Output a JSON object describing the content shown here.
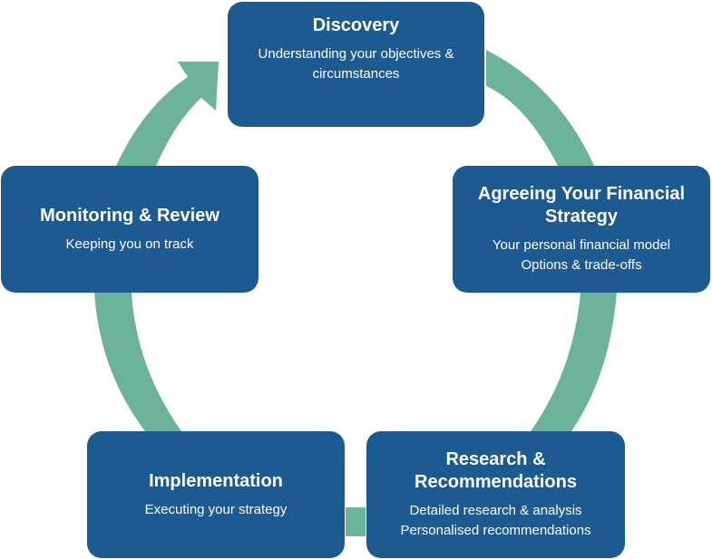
{
  "colors": {
    "box_fill": "#1e5a92",
    "ring": "#6db39a",
    "text": "#ffffff"
  },
  "stages": {
    "discovery": {
      "title": "Discovery",
      "lines": [
        "Understanding your objectives &",
        "circumstances"
      ]
    },
    "agreeing": {
      "title_lines": [
        "Agreeing Your Financial",
        "Strategy"
      ],
      "lines": [
        "Your personal financial model",
        "Options & trade-offs"
      ]
    },
    "research": {
      "title_lines": [
        "Research &",
        "Recommendations"
      ],
      "lines": [
        "Detailed research & analysis",
        "Personalised recommendations"
      ]
    },
    "implementation": {
      "title": "Implementation",
      "lines": [
        "Executing your strategy"
      ]
    },
    "monitoring": {
      "title": "Monitoring & Review",
      "lines": [
        "Keeping you on track"
      ]
    }
  }
}
